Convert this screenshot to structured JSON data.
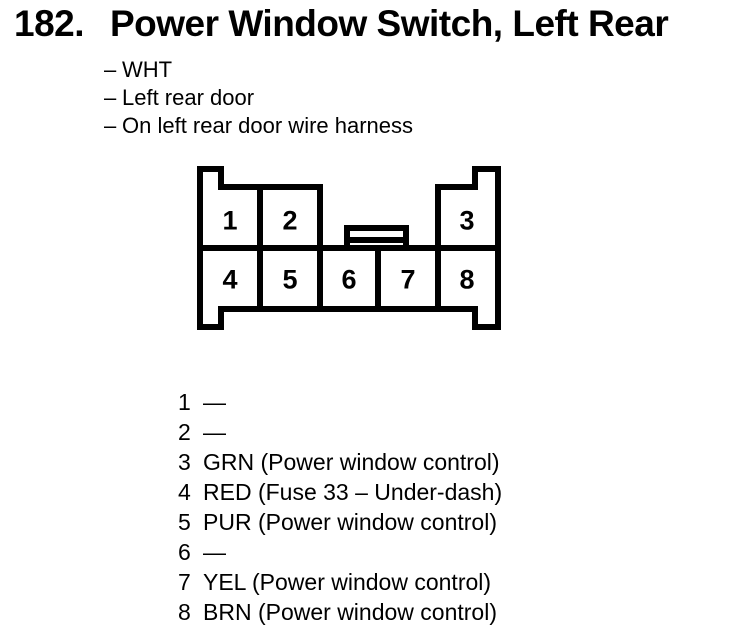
{
  "title": {
    "number": "182.",
    "text": "Power Window Switch, Left Rear"
  },
  "notes": {
    "dash": "–",
    "items": [
      "WHT",
      "Left rear door",
      "On left rear door wire harness"
    ]
  },
  "connector": {
    "cells": [
      "1",
      "2",
      "3",
      "4",
      "5",
      "6",
      "7",
      "8"
    ]
  },
  "pins": [
    {
      "number": "1",
      "description": "—"
    },
    {
      "number": "2",
      "description": "—"
    },
    {
      "number": "3",
      "description": "GRN (Power window control)"
    },
    {
      "number": "4",
      "description": "RED (Fuse 33 – Under-dash)"
    },
    {
      "number": "5",
      "description": "PUR (Power window control)"
    },
    {
      "number": "6",
      "description": "—"
    },
    {
      "number": "7",
      "description": "YEL (Power window control)"
    },
    {
      "number": "8",
      "description": "BRN (Power window control)"
    }
  ],
  "colors": {
    "ink": "#000000",
    "background": "#ffffff"
  }
}
